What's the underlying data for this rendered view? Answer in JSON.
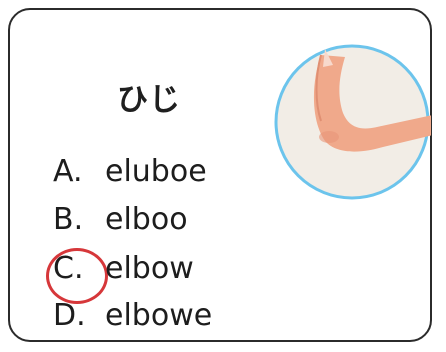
{
  "card": {
    "word": "ひじ",
    "illustration_icon": "elbow-illustration"
  },
  "choices": [
    {
      "letter": "A.",
      "text": "eluboe"
    },
    {
      "letter": "B.",
      "text": "elboo"
    },
    {
      "letter": "C.",
      "text": "elbow"
    },
    {
      "letter": "D.",
      "text": "elbowe"
    }
  ],
  "selected_choice": "C",
  "colors": {
    "border": "#2b2b2b",
    "circle_ring": "#6cc4ec",
    "circle_fill": "#f2ede6",
    "skin": "#f0a98b",
    "mark": "#d6373a"
  }
}
